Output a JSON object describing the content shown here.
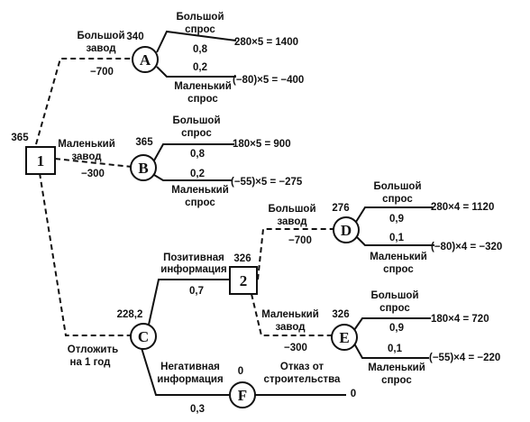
{
  "decision_nodes": {
    "n1": {
      "label": "1",
      "value": "365"
    },
    "n2": {
      "label": "2",
      "value": "326"
    }
  },
  "chance_nodes": {
    "A": {
      "label": "A",
      "value": "340"
    },
    "B": {
      "label": "B",
      "value": "365"
    },
    "C": {
      "label": "C",
      "value": "228,2"
    },
    "D": {
      "label": "D",
      "value": "276"
    },
    "E": {
      "label": "E",
      "value": "326"
    },
    "F": {
      "label": "F",
      "value": "0"
    }
  },
  "decision_branches": {
    "big_plant": {
      "line1": "Большой",
      "line2": "завод",
      "cost": "−700"
    },
    "small_plant": {
      "line1": "Маленький",
      "line2": "завод",
      "cost": "−300"
    },
    "postpone": {
      "line1": "Отложить",
      "line2": "на 1 год"
    },
    "big_plant_2": {
      "line1": "Большой",
      "line2": "завод",
      "cost": "−700"
    },
    "small_plant_2": {
      "line1": "Маленький",
      "line2": "завод",
      "cost": "−300"
    },
    "refuse": {
      "line1": "Отказ от",
      "line2": "строительства",
      "payoff": "0"
    }
  },
  "chance_branches": {
    "A_high": {
      "line1": "Большой",
      "line2": "спрос",
      "prob": "0,8",
      "payoff": "280×5 = 1400"
    },
    "A_low": {
      "line1": "Маленький",
      "line2": "спрос",
      "prob": "0,2",
      "payoff": "(−80)×5 = −400"
    },
    "B_high": {
      "line1": "Большой",
      "line2": "спрос",
      "prob": "0,8",
      "payoff": "180×5 = 900"
    },
    "B_low": {
      "line1": "Маленький",
      "line2": "спрос",
      "prob": "0,2",
      "payoff": "(−55)×5 = −275"
    },
    "C_pos": {
      "line1": "Позитивная",
      "line2": "информация",
      "prob": "0,7"
    },
    "C_neg": {
      "line1": "Негативная",
      "line2": "информация",
      "prob": "0,3"
    },
    "D_high": {
      "line1": "Большой",
      "line2": "спрос",
      "prob": "0,9",
      "payoff": "280×4 = 1120"
    },
    "D_low": {
      "line1": "Маленький",
      "line2": "спрос",
      "prob": "0,1",
      "payoff": "(−80)×4 = −320"
    },
    "E_high": {
      "line1": "Большой",
      "line2": "спрос",
      "prob": "0,9",
      "payoff": "180×4 = 720"
    },
    "E_low": {
      "line1": "Маленький",
      "line2": "спрос",
      "prob": "0,1",
      "payoff": "(−55)×4 = −220"
    }
  }
}
